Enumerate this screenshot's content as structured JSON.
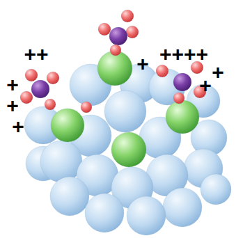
{
  "diagram": {
    "labels": [
      "++",
      "+",
      "+",
      "+",
      "+",
      "++++",
      "+",
      "+"
    ]
  }
}
